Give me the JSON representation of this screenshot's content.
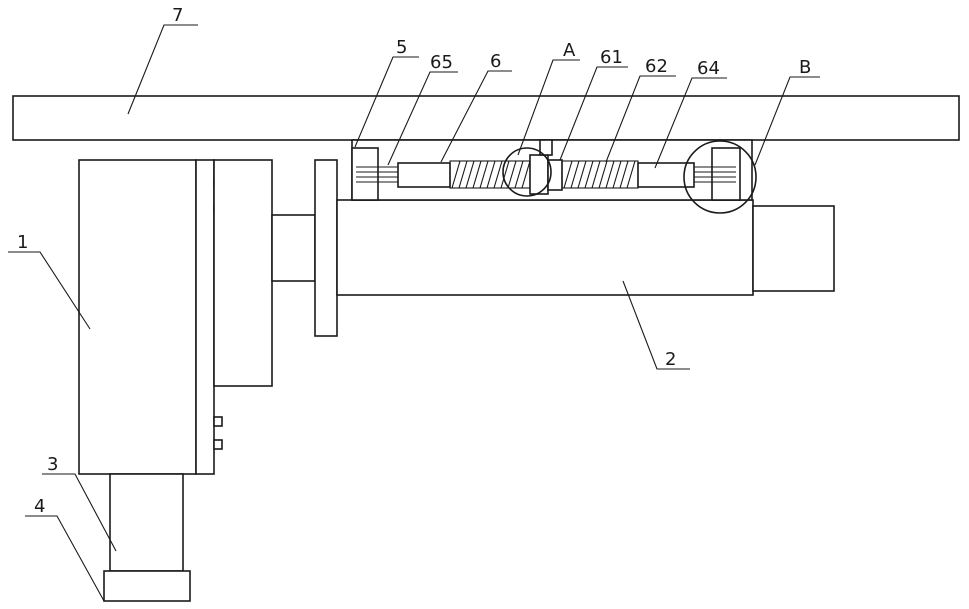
{
  "labels": {
    "l7": "7",
    "l5": "5",
    "l65": "65",
    "l6": "6",
    "lA": "A",
    "l61": "61",
    "l62": "62",
    "l64": "64",
    "lB": "B",
    "l1": "1",
    "l2": "2",
    "l3": "3",
    "l4": "4"
  }
}
